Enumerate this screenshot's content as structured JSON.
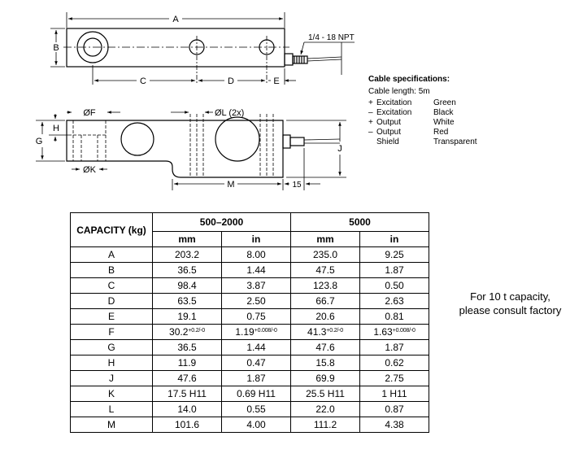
{
  "drawing": {
    "dim_labels": {
      "A": "A",
      "B": "B",
      "C": "C",
      "D": "D",
      "E": "E",
      "F": "ØF",
      "G": "G",
      "H": "H",
      "J": "J",
      "K": "ØK",
      "L": "ØL (2x)",
      "M": "M",
      "fifteen": "15"
    },
    "thread_label": "1/4 - 18 NPT"
  },
  "cable": {
    "title": "Cable specifications:",
    "length": "Cable length: 5m",
    "wires": [
      {
        "sign": "+",
        "signal": "Excitation",
        "color": "Green"
      },
      {
        "sign": "–",
        "signal": "Excitation",
        "color": "Black"
      },
      {
        "sign": "+",
        "signal": "Output",
        "color": "White"
      },
      {
        "sign": "–",
        "signal": "Output",
        "color": "Red"
      },
      {
        "sign": "",
        "signal": "Shield",
        "color": "Transparent"
      }
    ]
  },
  "table": {
    "capacity_header": "CAPACITY (kg)",
    "groups": [
      "500–2000",
      "5000"
    ],
    "units": [
      "mm",
      "in",
      "mm",
      "in"
    ],
    "rows": [
      {
        "label": "A",
        "v": [
          "203.2",
          "8.00",
          "235.0",
          "9.25"
        ]
      },
      {
        "label": "B",
        "v": [
          "36.5",
          "1.44",
          "47.5",
          "1.87"
        ]
      },
      {
        "label": "C",
        "v": [
          "98.4",
          "3.87",
          "123.8",
          "0.50"
        ]
      },
      {
        "label": "D",
        "v": [
          "63.5",
          "2.50",
          "66.7",
          "2.63"
        ]
      },
      {
        "label": "E",
        "v": [
          "19.1",
          "0.75",
          "20.6",
          "0.81"
        ]
      },
      {
        "label": "F",
        "v": [
          "30.2",
          "1.19",
          "41.3",
          "1.63"
        ],
        "tol": [
          "+0.2/-0",
          "+0.008/-0",
          "+0.2/-0",
          "+0.008/-0"
        ]
      },
      {
        "label": "G",
        "v": [
          "36.5",
          "1.44",
          "47.6",
          "1.87"
        ]
      },
      {
        "label": "H",
        "v": [
          "11.9",
          "0.47",
          "15.8",
          "0.62"
        ]
      },
      {
        "label": "J",
        "v": [
          "47.6",
          "1.87",
          "69.9",
          "2.75"
        ]
      },
      {
        "label": "K",
        "v": [
          "17.5 H11",
          "0.69 H11",
          "25.5 H11",
          "1 H11"
        ]
      },
      {
        "label": "L",
        "v": [
          "14.0",
          "0.55",
          "22.0",
          "0.87"
        ]
      },
      {
        "label": "M",
        "v": [
          "101.6",
          "4.00",
          "111.2",
          "4.38"
        ]
      }
    ]
  },
  "note": {
    "line1": "For 10 t capacity,",
    "line2": "please consult factory"
  }
}
